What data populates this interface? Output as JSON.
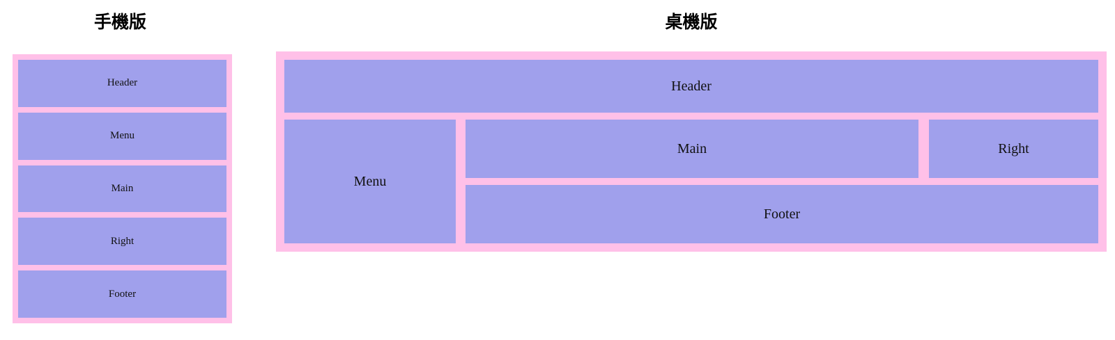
{
  "page": {
    "background_color": "#ffffff",
    "box_fill_color": "#a0a0ec",
    "box_gap_color": "#ffc0e8",
    "text_color": "#111111"
  },
  "mobile": {
    "title": "手機版",
    "blocks": [
      {
        "label": "Header"
      },
      {
        "label": "Menu"
      },
      {
        "label": "Main"
      },
      {
        "label": "Right"
      },
      {
        "label": "Footer"
      }
    ]
  },
  "desktop": {
    "title": "桌機版",
    "header": {
      "label": "Header"
    },
    "menu": {
      "label": "Menu"
    },
    "main": {
      "label": "Main"
    },
    "right": {
      "label": "Right"
    },
    "footer": {
      "label": "Footer"
    }
  }
}
